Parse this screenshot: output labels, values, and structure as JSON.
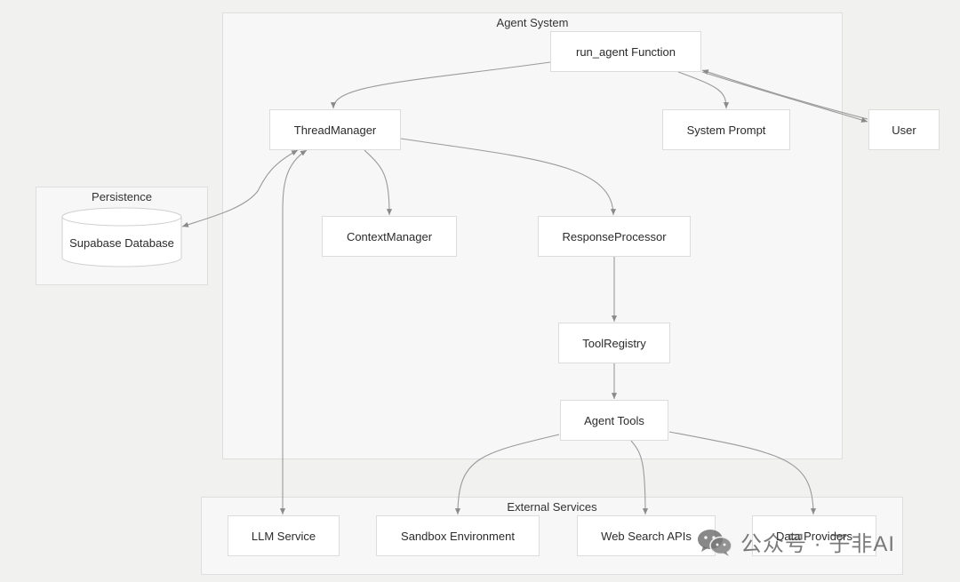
{
  "clusters": {
    "agent_system": "Agent System",
    "persistence": "Persistence",
    "external_services": "External Services"
  },
  "nodes": {
    "run_agent": "run_agent Function",
    "thread_manager": "ThreadManager",
    "system_prompt": "System Prompt",
    "user": "User",
    "context_manager": "ContextManager",
    "response_processor": "ResponseProcessor",
    "tool_registry": "ToolRegistry",
    "agent_tools": "Agent Tools",
    "supabase": "Supabase Database",
    "llm_service": "LLM Service",
    "sandbox": "Sandbox Environment",
    "web_search": "Web Search APIs",
    "data_providers": "Data Providers"
  },
  "watermark": "公众号 · 子非AI",
  "colors": {
    "edge": "#9a9a9a",
    "arrow": "#8a8a8a"
  }
}
